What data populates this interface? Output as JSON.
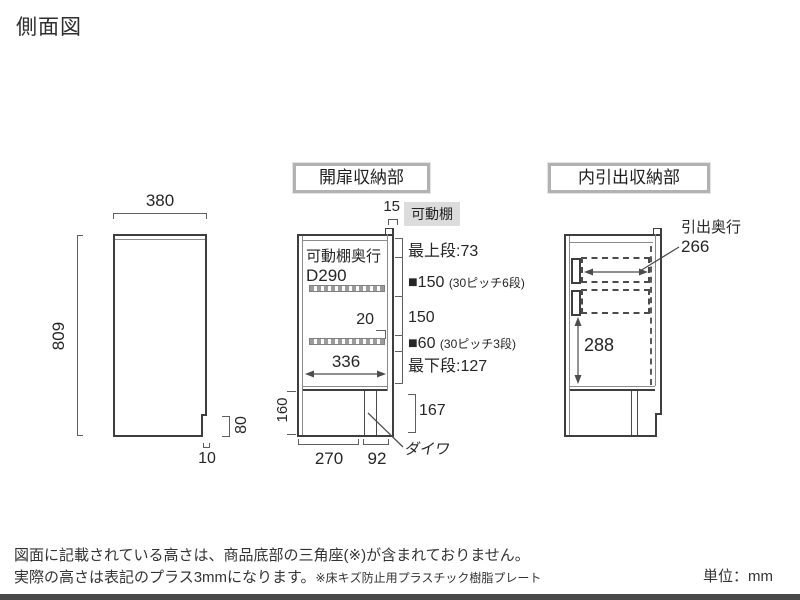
{
  "title": "側面図",
  "unit": "単位：mm",
  "footnote": {
    "line1": "図面に記載されている高さは、商品底部の三角座(※)が含まれておりません。",
    "line2_main": "実際の高さは表記のプラス3mmになります。",
    "line2_note": "※床キズ防止用プラスチック樹脂プレート"
  },
  "side_profile": {
    "width_top": "380",
    "height_total": "809",
    "toe_kick_height": "80",
    "toe_kick_depth": "10"
  },
  "door_section": {
    "title": "開扉収納部",
    "top_panel_thickness": "15",
    "movable_shelf_tag": "可動棚",
    "shelf_depth_label": "可動棚奥行",
    "shelf_depth_value": "D290",
    "shelf_offset": "20",
    "inner_width": "336",
    "base_inner_height": "160",
    "base_outer_height": "167",
    "base_width": "270",
    "base_toe_width": "92",
    "base_part_label": "ダイワ",
    "levels": [
      {
        "main": "最上段:73",
        "note": ""
      },
      {
        "main": "■150",
        "note": "(30ピッチ6段)"
      },
      {
        "main": "150",
        "note": ""
      },
      {
        "main": "■60",
        "note": "(30ピッチ3段)"
      },
      {
        "main": "最下段:127",
        "note": ""
      }
    ]
  },
  "drawer_section": {
    "title": "内引出収納部",
    "drawer_depth_label": "引出奥行",
    "drawer_depth_value": "266",
    "inner_height": "288"
  },
  "colors": {
    "line": "#3e3e3e",
    "footer_bar": "#4a4a4a",
    "tag_background": "#dcdcdc",
    "box_border": "#b2b2b2"
  }
}
